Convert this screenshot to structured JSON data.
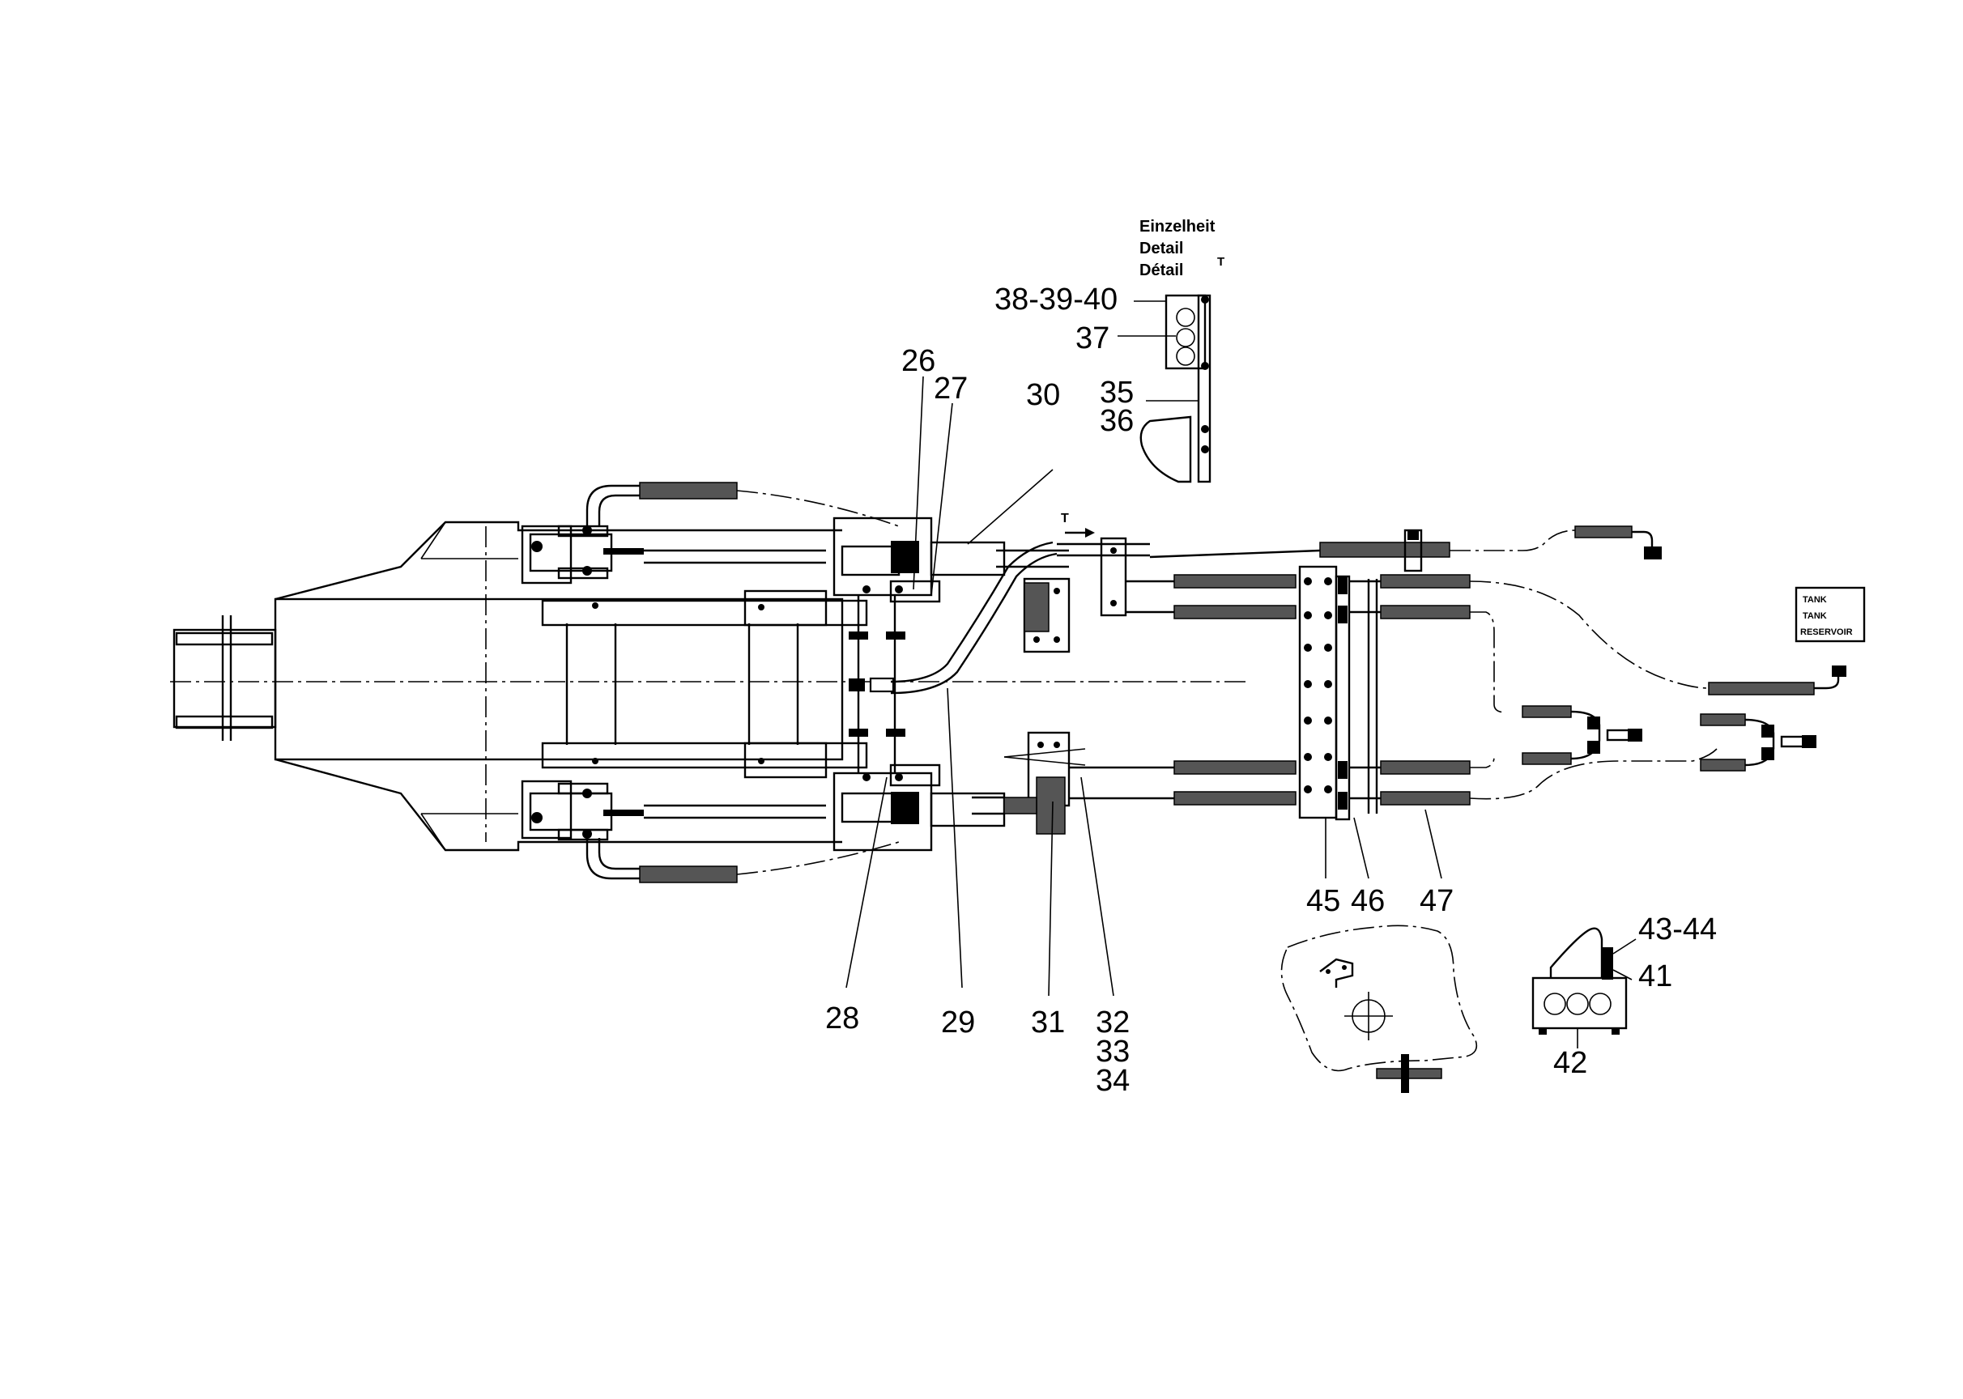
{
  "detail_heading": {
    "line1": "Einzelheit",
    "line2": "Detail",
    "line3": "Détail",
    "marker": "T"
  },
  "tank_label": {
    "line1": "TANK",
    "line2": "TANK",
    "line3": "RESERVOIR"
  },
  "flow_marker": "T",
  "callouts": {
    "c26": "26",
    "c27": "27",
    "c28": "28",
    "c29": "29",
    "c30": "30",
    "c31": "31",
    "c32": "32",
    "c33": "33",
    "c34": "34",
    "c35": "35",
    "c36": "36",
    "c37": "37",
    "c38_40": "38-39-40",
    "c41": "41",
    "c42": "42",
    "c43_44": "43-44",
    "c45": "45",
    "c46": "46",
    "c47": "47"
  }
}
